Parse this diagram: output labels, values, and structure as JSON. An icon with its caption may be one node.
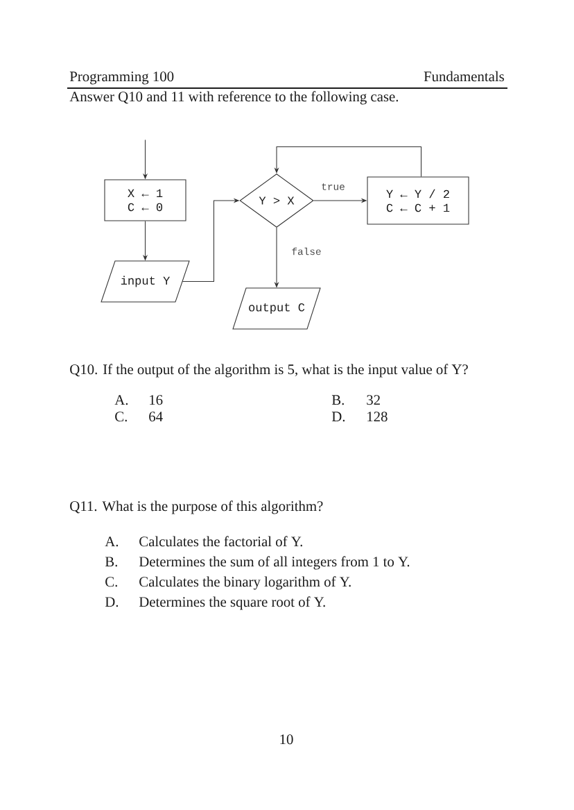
{
  "diagram": {
    "nodes": [
      {
        "text": [
          "X ← 1",
          "C ← 0"
        ]
      },
      {
        "text": [
          "input Y"
        ]
      },
      {
        "text": [
          "Y > X"
        ]
      },
      {
        "text": [
          "Y ← Y / 2",
          "C ← C + 1"
        ]
      },
      {
        "text": [
          "output C"
        ]
      }
    ],
    "edges": [
      {
        "from": null,
        "to": 0,
        "arrow": "to"
      },
      {
        "from": 0,
        "to": 1,
        "arrow": "to"
      },
      {
        "from": 1,
        "to": 2,
        "arrow": "to"
      },
      {
        "from": 2,
        "to": 3,
        "arrow": "to",
        "label": "true"
      },
      {
        "from": 3,
        "to": 2,
        "arrow": "to"
      },
      {
        "from": 2,
        "to": 4,
        "arrow": "to",
        "label": "false"
      }
    ],
    "labels": [
      "Programming 100",
      "Fundamentals",
      "Answer Q10 and 11 with reference to the following case.",
      "Q10. If the output of the algorithm is 5, what is the input value of Y?",
      "A.",
      "16",
      "B.",
      "32",
      "C.",
      "64",
      "D.",
      "128",
      "Q11. What is the purpose of this algorithm?",
      "A.",
      "Calculates the factorial of Y.",
      "B.",
      "Determines the sum of all integers from 1 to Y.",
      "C.",
      "Calculates the binary logarithm of Y.",
      "D.",
      "Determines the square root of Y.",
      "10"
    ]
  }
}
